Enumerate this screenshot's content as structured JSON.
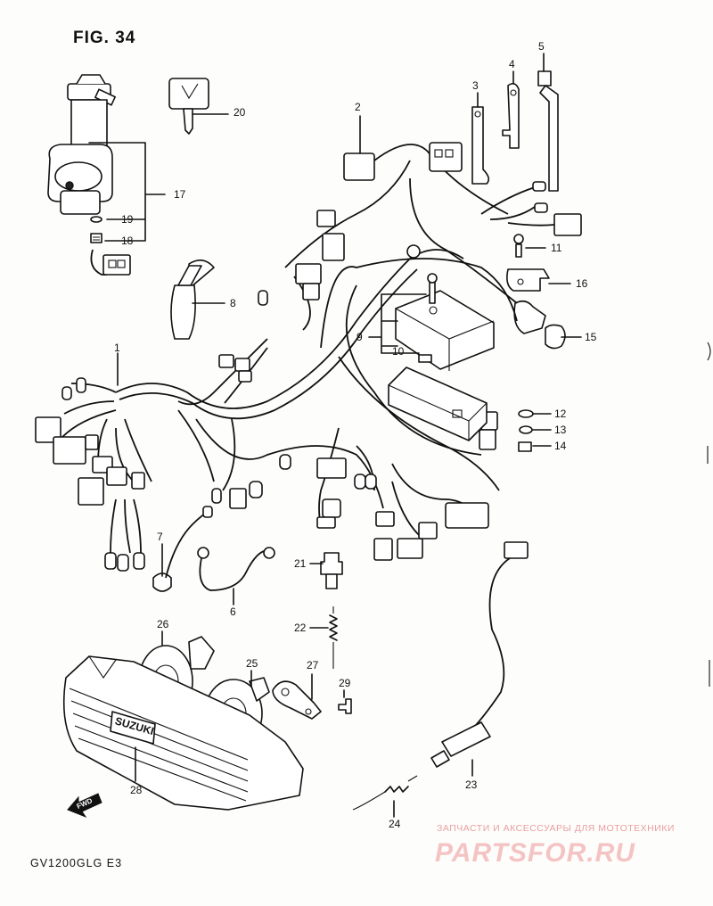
{
  "figure_title": "FIG. 34",
  "model_code": "GV1200GLG  E3",
  "watermark": {
    "tagline": "ЗАПЧАСТИ И АКСЕССУАРЫ ДЛЯ МОТОТЕХНИКИ",
    "brand": "PARTSFOR.RU"
  },
  "fwd_label": "FWD",
  "brand_emboss": "SUZUKI",
  "part_numbers": {
    "p1": "1",
    "p2": "2",
    "p3": "3",
    "p4": "4",
    "p5": "5",
    "p6": "6",
    "p7": "7",
    "p8": "8",
    "p9": "9",
    "p10": "10",
    "p11": "11",
    "p12": "12",
    "p13": "13",
    "p14": "14",
    "p15": "15",
    "p16": "16",
    "p17": "17",
    "p18": "18",
    "p19": "19",
    "p20": "20",
    "p21": "21",
    "p22": "22",
    "p23": "23",
    "p24": "24",
    "p25": "25",
    "p26": "26",
    "p27": "27",
    "p28": "28",
    "p29": "29"
  }
}
